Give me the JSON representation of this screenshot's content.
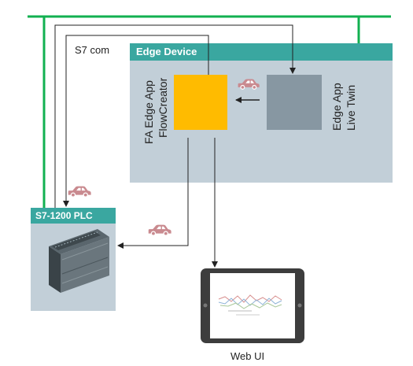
{
  "diagram": {
    "s7_label": "S7 com",
    "edge_device": {
      "title": "Edge Device",
      "apps": [
        {
          "line1": "FA  Edge App",
          "line2": "FlowCreator"
        },
        {
          "line1": "Edge App",
          "line2": "Live Twin"
        }
      ]
    },
    "plc": {
      "title": "S7-1200 PLC"
    },
    "web_ui": {
      "label": "Web UI"
    }
  },
  "colors": {
    "bus_green": "#11b050",
    "panel_grey": "#c2cfd8",
    "header_teal": "#3aa7a0",
    "flowcreator_yellow": "#ffbb00",
    "livetwin_grey": "#8797a2",
    "car_pink": "#c98a8f",
    "line": "#222222"
  },
  "icons": [
    "car-icon",
    "arrow-icon",
    "plc-device-icon",
    "tablet-icon"
  ]
}
